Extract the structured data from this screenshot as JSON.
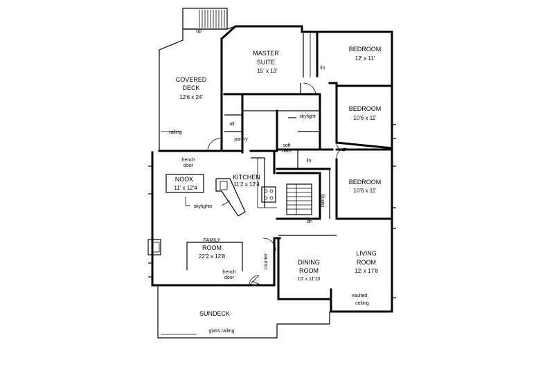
{
  "rooms": {
    "master": {
      "name_line1": "MASTER",
      "name_line2": "SUITE",
      "dims": "15' x 13'"
    },
    "bed1": {
      "name": "BEDROOM",
      "dims": "12' x 11'"
    },
    "bed2": {
      "name": "BEDROOM",
      "dims": "10'6 x 11'"
    },
    "bed3": {
      "name": "BEDROOM",
      "dims": "10'6 x 11'"
    },
    "covered_deck": {
      "name_line1": "COVERED",
      "name_line2": "DECK",
      "dims": "12'6 x 24'"
    },
    "nook": {
      "name": "NOOK",
      "dims": "11' x 12'4"
    },
    "kitchen": {
      "name": "KITCHEN",
      "dims": "11'2 x 12'4"
    },
    "family": {
      "name_line1": "FAMILY",
      "name_line2": "ROOM",
      "dims": "22'2 x 12'8"
    },
    "dining": {
      "name_line1": "DINING",
      "name_line2": "ROOM",
      "dims": "10' x 11'10"
    },
    "living": {
      "name_line1": "LIVING",
      "name_line2": "ROOM",
      "dims": "12' x 17'8"
    },
    "sundeck": {
      "name": "SUNDECK"
    }
  },
  "labels": {
    "up": "up",
    "dn": "dn",
    "lin": "lin",
    "lin2": "lin",
    "railing_deck": "railing",
    "railing_stair": "railing",
    "skylight_bath": "skylight",
    "skylights_kitchen": "skylights",
    "soft_bath_line1": "soft",
    "soft_bath_line2": "bath",
    "pantry": "pantry",
    "french_door_nook_line1": "french",
    "french_door_nook_line2": "door",
    "french_door_family_line1": "french",
    "french_door_family_line2": "door",
    "counter": "counter",
    "vaulted_line1": "vaulted",
    "vaulted_line2": "ceiling",
    "glass_railing": "glass railing",
    "alt": "alt"
  }
}
